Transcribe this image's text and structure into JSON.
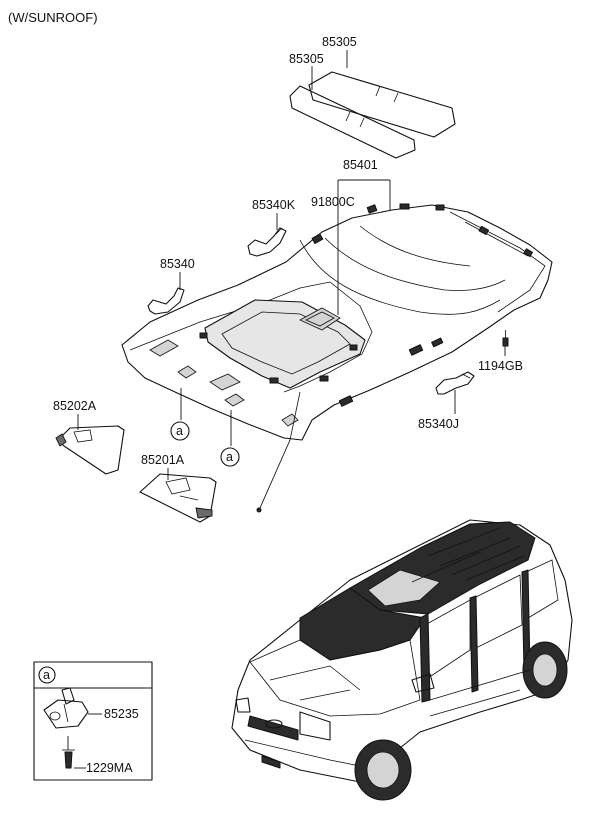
{
  "header": {
    "variant_note": "(W/SUNROOF)"
  },
  "parts": {
    "sunroof_pad_upper": "85305",
    "sunroof_pad_lower": "85305",
    "headlining": "85401",
    "clip": "91800C",
    "assist_handle_rear": "85340K",
    "assist_handle_front_left": "85340",
    "screw_right": "1194GB",
    "assist_handle_right": "85340J",
    "sunvisor_left": "85202A",
    "sunvisor_right": "85201A",
    "sunvisor_retainer": "85235",
    "screw_retainer": "1229MA"
  },
  "callouts": {
    "ref_a_1": "a",
    "ref_a_2": "a",
    "inset_ref": "a"
  }
}
